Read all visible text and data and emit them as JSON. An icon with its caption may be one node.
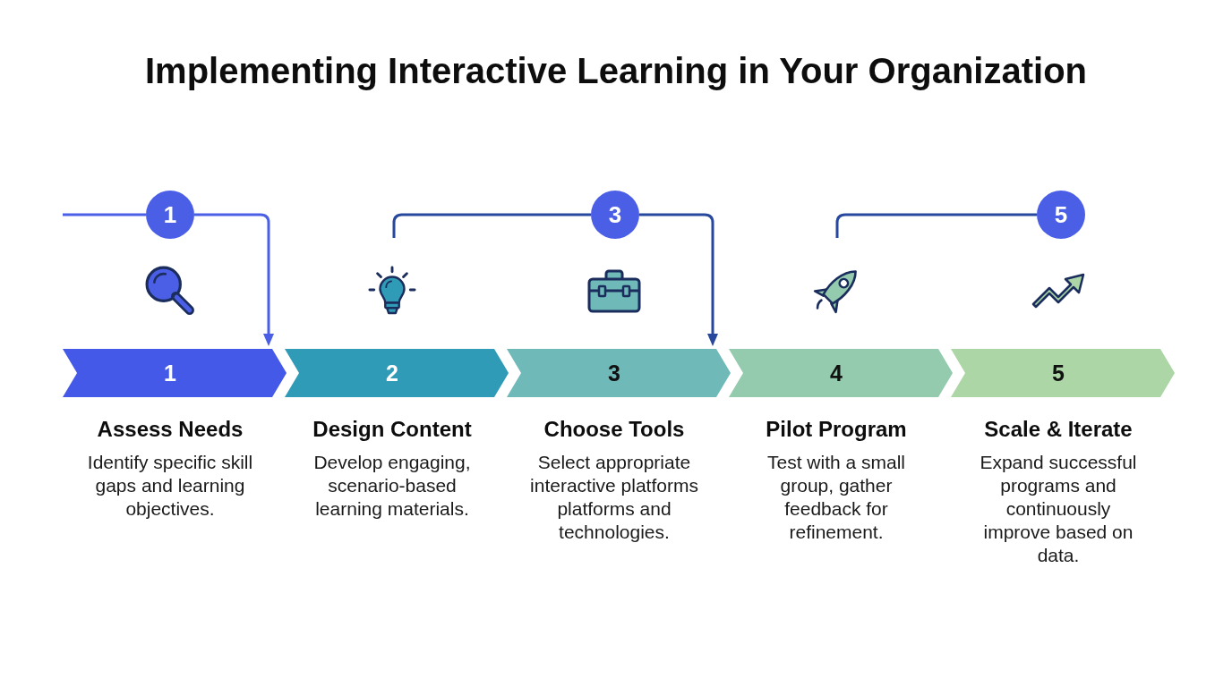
{
  "diagram": {
    "title": "Implementing Interactive Learning in Your Organization",
    "nodes": [
      {
        "text": [
          "1"
        ]
      },
      {
        "text": [
          "3"
        ]
      },
      {
        "text": [
          "5"
        ]
      },
      {
        "text": [
          "1"
        ],
        "beside": [
          "Assess Needs",
          "Identify specific skill gaps and learning objectives."
        ]
      },
      {
        "text": [
          "2"
        ],
        "beside": [
          "Design Content",
          "Develop engaging, scenario-based learning materials."
        ]
      },
      {
        "text": [
          "3"
        ],
        "beside": [
          "Choose Tools",
          "Select appropriate interactive platforms platforms and technologies."
        ]
      },
      {
        "text": [
          "4"
        ],
        "beside": [
          "Pilot Program",
          "Test with a small group, gather feedback for refinement."
        ]
      },
      {
        "text": [
          "5"
        ],
        "beside": [
          "Scale & Iterate",
          "Expand successful programs and continuously improve based on data."
        ]
      }
    ],
    "edges": [
      {
        "from": null,
        "to": 0,
        "arrow": "none",
        "color": "#4a5fe6"
      },
      {
        "from": 0,
        "to": 3,
        "arrow": "to",
        "color": "#4a5fe6"
      },
      {
        "from": null,
        "to": 1,
        "arrow": "none"
      },
      {
        "from": 1,
        "to": 5,
        "arrow": "to"
      },
      {
        "from": null,
        "to": 2,
        "arrow": "none"
      }
    ]
  }
}
